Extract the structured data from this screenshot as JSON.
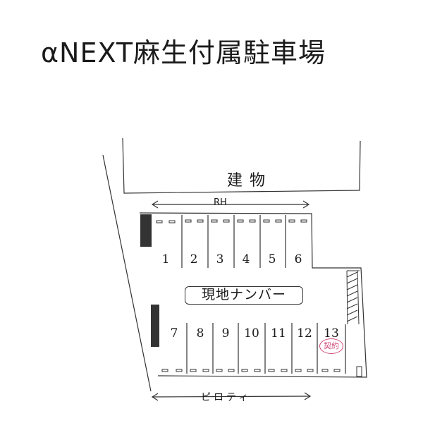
{
  "title": "αNEXT麻生付属駐車場",
  "building_label": "建物",
  "top_dimension_label": "RH",
  "bottom_dimension_label": "ピロティ",
  "center_banner": "現地ナンバー",
  "top_row_spaces": [
    "1",
    "2",
    "3",
    "4",
    "5",
    "6"
  ],
  "bottom_row_spaces": [
    "7",
    "8",
    "9",
    "10",
    "11",
    "12",
    "13"
  ],
  "stamp_text": "契約",
  "colors": {
    "ink": "#1a1a1a",
    "stamp": "#d24a7a"
  }
}
